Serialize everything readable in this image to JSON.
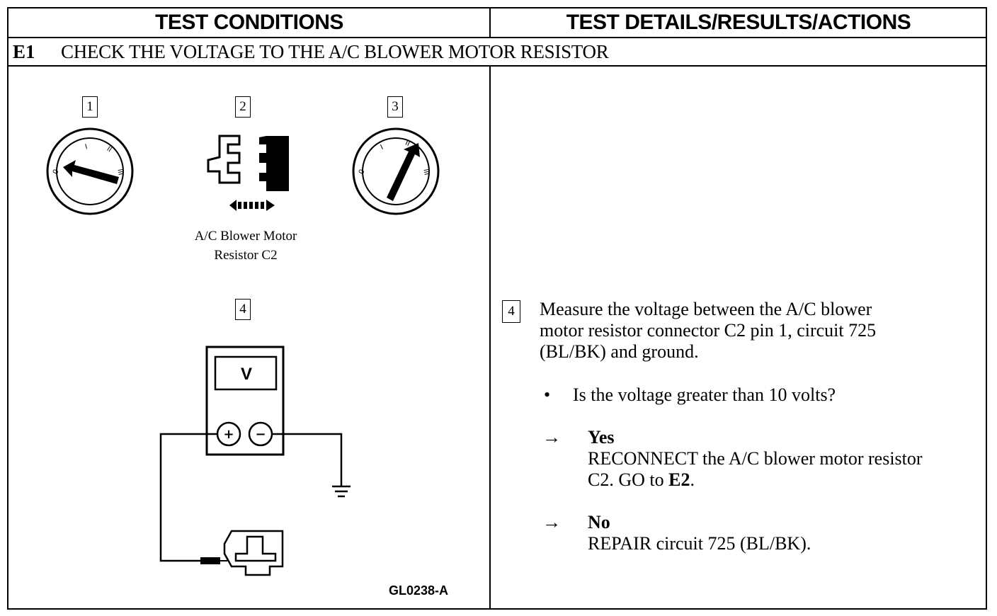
{
  "header": {
    "left": "TEST CONDITIONS",
    "right": "TEST DETAILS/RESULTS/ACTIONS"
  },
  "step": {
    "id": "E1",
    "title": "CHECK THE VOLTAGE TO THE A/C BLOWER MOTOR RESISTOR"
  },
  "figure": {
    "callouts": [
      "1",
      "2",
      "3",
      "4"
    ],
    "connector_caption_line1": "A/C Blower Motor",
    "connector_caption_line2": "Resistor C2",
    "meter_label": "V",
    "plus": "+",
    "minus": "−",
    "code": "GL0238-A"
  },
  "details": {
    "step_number": "4",
    "instruction_line1": "Measure the voltage between the A/C blower",
    "instruction_line2": "motor resistor connector C2 pin 1, circuit 725",
    "instruction_line3": "(BL/BK) and ground.",
    "bullet": "•",
    "question": "Is the voltage greater than 10 volts?",
    "arrow": "→",
    "yes_label": "Yes",
    "yes_action_line1": "RECONNECT the A/C blower motor resistor",
    "yes_action_line2_prefix": "C2. GO to ",
    "yes_action_target": "E2",
    "yes_action_suffix": ".",
    "no_label": "No",
    "no_action": "REPAIR circuit 725 (BL/BK)."
  }
}
